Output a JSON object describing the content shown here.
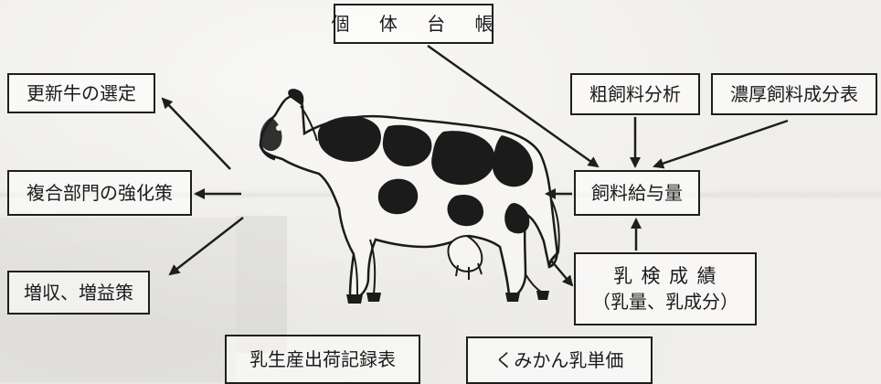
{
  "nodes": {
    "kotai_daicho": "個 体 台 帳",
    "koshin_gyu": "更新牛の選定",
    "fukugo_bumon": "複合部門の強化策",
    "zoshu": "増収、増益策",
    "so_shiryo": "粗飼料分析",
    "noko_shiryo": "濃厚飼料成分表",
    "shiryo_kyuyo": "飼料給与量",
    "nyuken_line1": "乳検成績",
    "nyuken_line2": "（乳量、乳成分）",
    "nyusei_kiroku": "乳生産出荷記録表",
    "kumikan": "くみかん乳単価"
  },
  "icons": {
    "central": "holstein-cow-illustration",
    "arrows": "flow-arrow"
  },
  "colors": {
    "ink": "#1e1e1e",
    "paper": "#efeeea"
  }
}
